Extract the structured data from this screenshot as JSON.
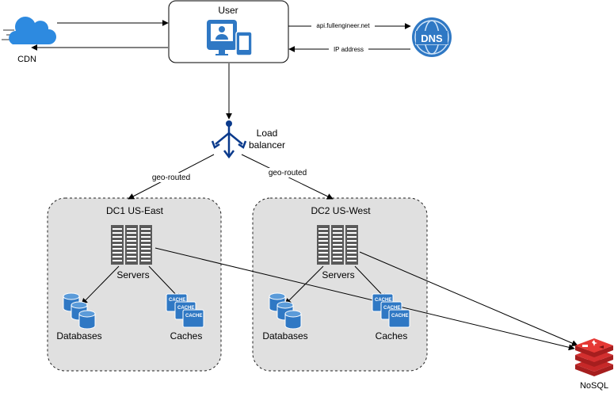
{
  "nodes": {
    "user": "User",
    "cdn": "CDN",
    "dns": "DNS",
    "load_balancer": [
      "Load",
      "balancer"
    ],
    "nosql": "NoSQL"
  },
  "edges": {
    "to_dns": "api.fullengineer.net",
    "from_dns": "IP address",
    "geo_left": "geo-routed",
    "geo_right": "geo-routed"
  },
  "datacenters": [
    {
      "title": "DC1 US-East",
      "servers": "Servers",
      "databases": "Databases",
      "caches": "Caches",
      "cache_tag": "CACHE"
    },
    {
      "title": "DC2 US-West",
      "servers": "Servers",
      "databases": "Databases",
      "caches": "Caches",
      "cache_tag": "CACHE"
    }
  ],
  "colors": {
    "icon_blue": "#2f78c4",
    "server_gray": "#5a5a5a",
    "dc_fill": "#e0e0e0",
    "lb_blue": "#0a3a8c",
    "redis_red": "#c62828"
  }
}
